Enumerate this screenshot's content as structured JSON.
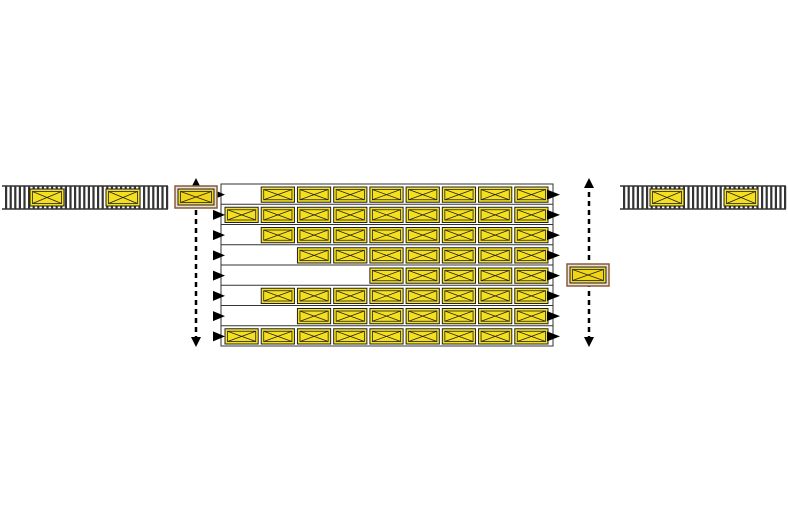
{
  "diagram": {
    "type": "flow-rack-pallet-storage",
    "colors": {
      "pallet_fill": "#f5e020",
      "pallet_stroke": "#222222",
      "shuttle_fill": "#f0d518",
      "shuttle_border": "#8a5a3a",
      "lane_line": "#333333",
      "arrow": "#000000",
      "roller": "#333333"
    },
    "icons": {
      "pallet": "pallet-x-box-icon",
      "flow_arrow": "triangle-right-icon",
      "travel_arrow": "dashed-double-arrow-icon",
      "roller": "roller-conveyor-icon"
    },
    "lanes": [
      {
        "lane": 1,
        "pallets": 8
      },
      {
        "lane": 2,
        "pallets": 9
      },
      {
        "lane": 3,
        "pallets": 8
      },
      {
        "lane": 4,
        "pallets": 7
      },
      {
        "lane": 5,
        "pallets": 5
      },
      {
        "lane": 6,
        "pallets": 8
      },
      {
        "lane": 7,
        "pallets": 7
      },
      {
        "lane": 8,
        "pallets": 9
      }
    ],
    "lane_capacity": 9,
    "infeed_conveyor_pallets": 2,
    "outfeed_conveyor_pallets": 2
  }
}
